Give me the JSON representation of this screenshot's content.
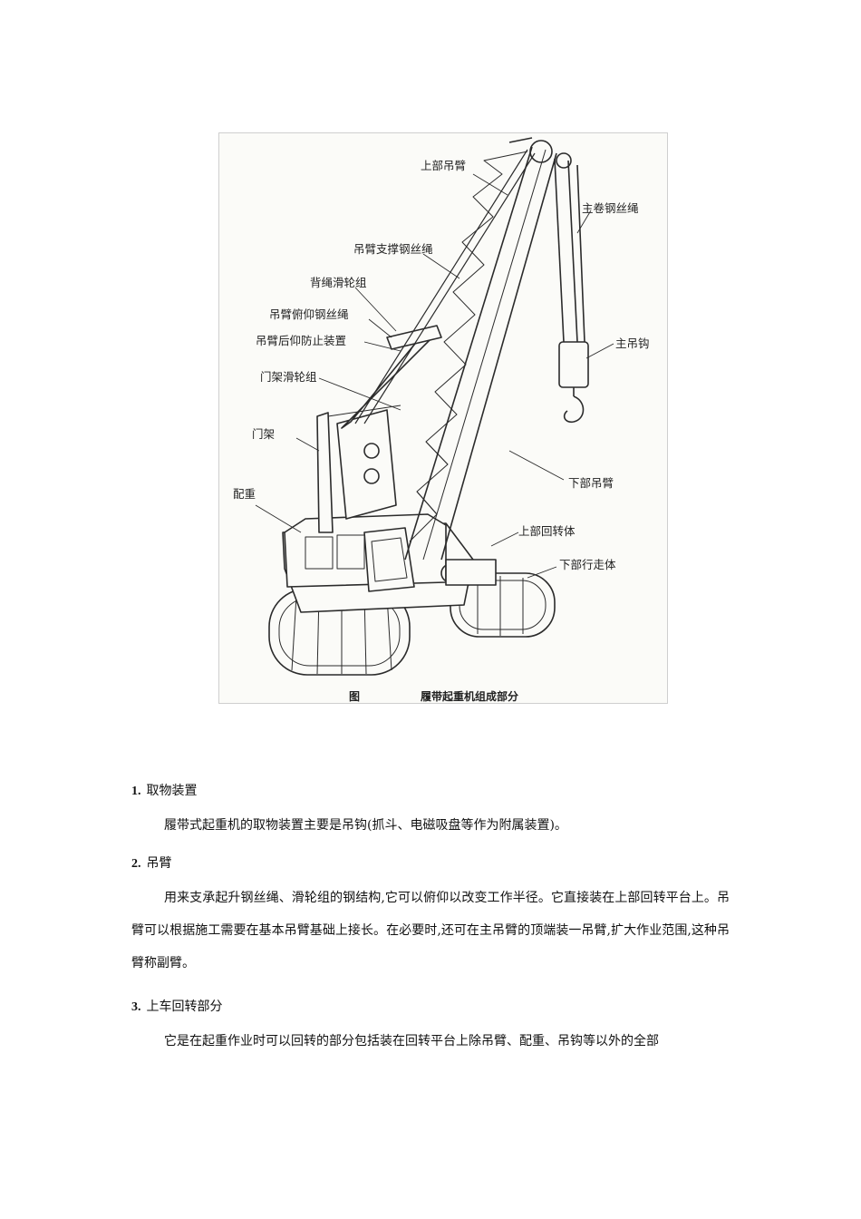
{
  "figure": {
    "caption_prefix": "图",
    "caption_title": "履带起重机组成部分",
    "labels": {
      "upper_boom": "上部吊臂",
      "main_hoist_rope": "主卷钢丝绳",
      "boom_support_rope": "吊臂支撑钢丝绳",
      "back_rope_pulley": "背绳滑轮组",
      "boom_luffing_rope": "吊臂俯仰钢丝绳",
      "boom_backstop": "吊臂后仰防止装置",
      "gantry_pulley": "门架滑轮组",
      "main_hook": "主吊钩",
      "gantry": "门架",
      "lower_boom": "下部吊臂",
      "counterweight": "配重",
      "upper_slewing": "上部回转体",
      "lower_carrier": "下部行走体"
    }
  },
  "sections": [
    {
      "number": "1.",
      "title": "取物装置",
      "body": "履带式起重机的取物装置主要是吊钩(抓斗、电磁吸盘等作为附属装置)。"
    },
    {
      "number": "2.",
      "title": "吊臂",
      "body": "用来支承起升钢丝绳、滑轮组的钢结构,它可以俯仰以改变工作半径。它直接装在上部回转平台上。吊臂可以根据施工需要在基本吊臂基础上接长。在必要时,还可在主吊臂的顶端装一吊臂,扩大作业范围,这种吊臂称副臂。"
    },
    {
      "number": "3.",
      "title": "上车回转部分",
      "body": "它是在起重作业时可以回转的部分包括装在回转平台上除吊臂、配重、吊钩等以外的全部"
    }
  ]
}
